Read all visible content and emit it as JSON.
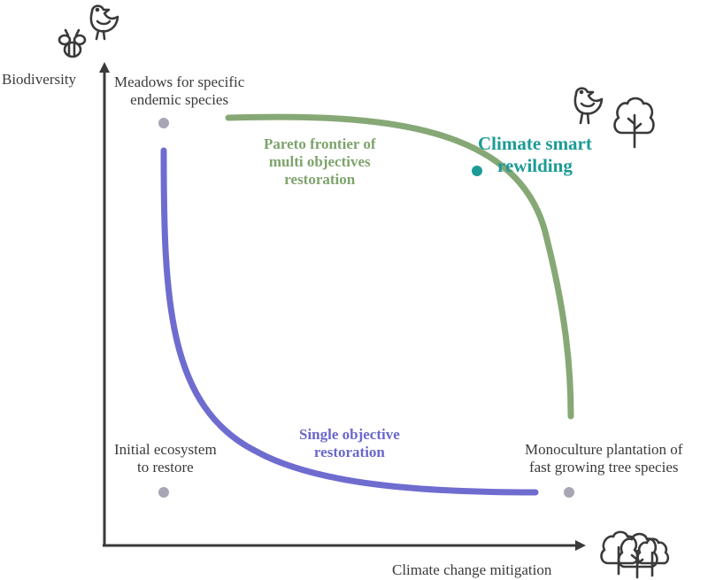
{
  "axes": {
    "y_label": "Biodiversity",
    "x_label": "Climate change mitigation"
  },
  "points": {
    "meadows": [
      "Meadows for specific",
      "endemic species"
    ],
    "initial": [
      "Initial ecosystem",
      "to restore"
    ],
    "monoculture": [
      "Monoculture plantation of",
      "fast growing tree species"
    ]
  },
  "curves": {
    "pareto": [
      "Pareto frontier of",
      "multi objectives",
      "restoration"
    ],
    "single": [
      "Single objective",
      "restoration"
    ]
  },
  "highlight": [
    "Climate smart",
    "rewilding"
  ],
  "colors": {
    "pareto": "#86a876",
    "single": "#6f6cd0",
    "highlight": "#1c9b96",
    "point": "#a8a6b4",
    "axis": "#3a3a3a",
    "icon": "#3a3a3a"
  },
  "icons": [
    "bee-icon",
    "bird-icon",
    "tree-icon",
    "forest-icon"
  ]
}
